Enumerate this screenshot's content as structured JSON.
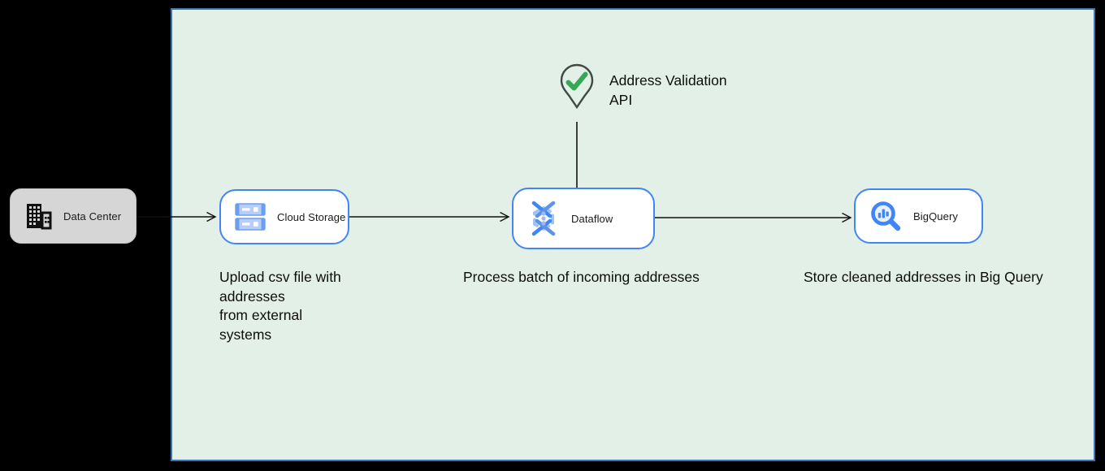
{
  "zone": {
    "fill": "#e3f0e8",
    "border_color": "#3876b4"
  },
  "nodes": {
    "data_center": {
      "label": "Data Center",
      "fill": "#d6d6d6",
      "icon": "building-icon"
    },
    "cloud_storage": {
      "label": "Cloud Storage",
      "border_color": "#4285f4",
      "icon": "cloud-storage-icon"
    },
    "dataflow": {
      "label": "Dataflow",
      "border_color": "#4285f4",
      "icon": "dataflow-icon"
    },
    "bigquery": {
      "label": "BigQuery",
      "border_color": "#4285f4",
      "icon": "bigquery-magnifier-icon"
    }
  },
  "annotations": {
    "address_validation": {
      "icon": "map-pin-check-icon",
      "check_color": "#34a853",
      "lines": [
        "Address Validation",
        "API"
      ]
    },
    "upload": {
      "lines": [
        "Upload csv file with",
        "addresses",
        "from external",
        "systems"
      ]
    },
    "process": {
      "text": "Process batch of incoming addresses"
    },
    "store": {
      "text": "Store cleaned addresses in Big Query"
    }
  },
  "connectors": {
    "style": "open-arrowhead",
    "color": "#111111",
    "edges": [
      "data-center to cloud-storage",
      "cloud-storage to dataflow",
      "dataflow to bigquery",
      "address-validation-api to dataflow (plain line)"
    ]
  }
}
